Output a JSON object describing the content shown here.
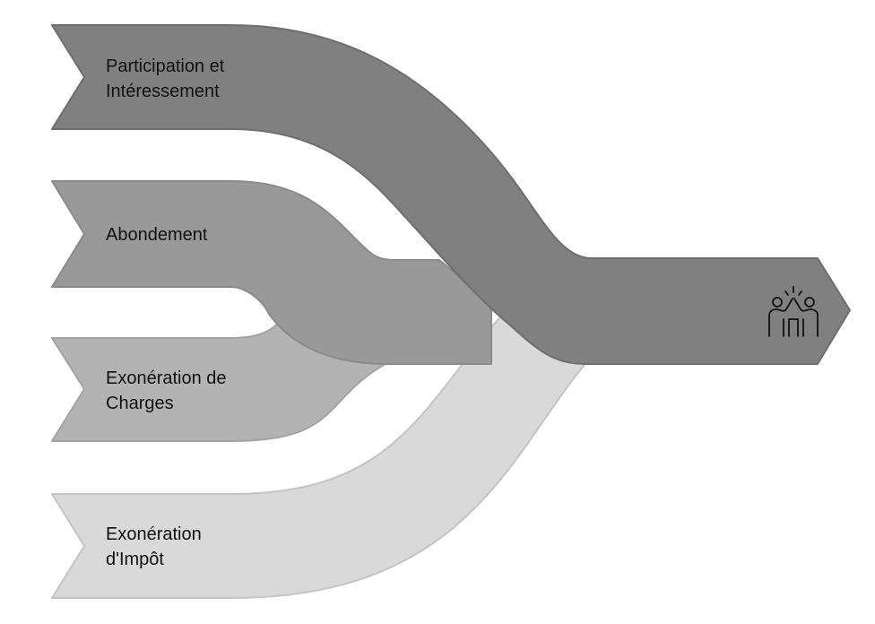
{
  "diagram": {
    "flows": [
      {
        "id": "participation",
        "lines": [
          "Participation et",
          "Intéressement"
        ],
        "color": "#808080",
        "stroke": "#6e6e6e"
      },
      {
        "id": "abondement",
        "lines": [
          "Abondement"
        ],
        "color": "#999999",
        "stroke": "#8a8a8a"
      },
      {
        "id": "charges",
        "lines": [
          "Exonération de",
          "Charges"
        ],
        "color": "#b3b3b3",
        "stroke": "#a3a3a3"
      },
      {
        "id": "impot",
        "lines": [
          "Exonération",
          "d'Impôt"
        ],
        "color": "#d9d9d9",
        "stroke": "#c4c4c4"
      }
    ],
    "target": {
      "icon": "high-five-icon",
      "color": "#808080"
    }
  }
}
